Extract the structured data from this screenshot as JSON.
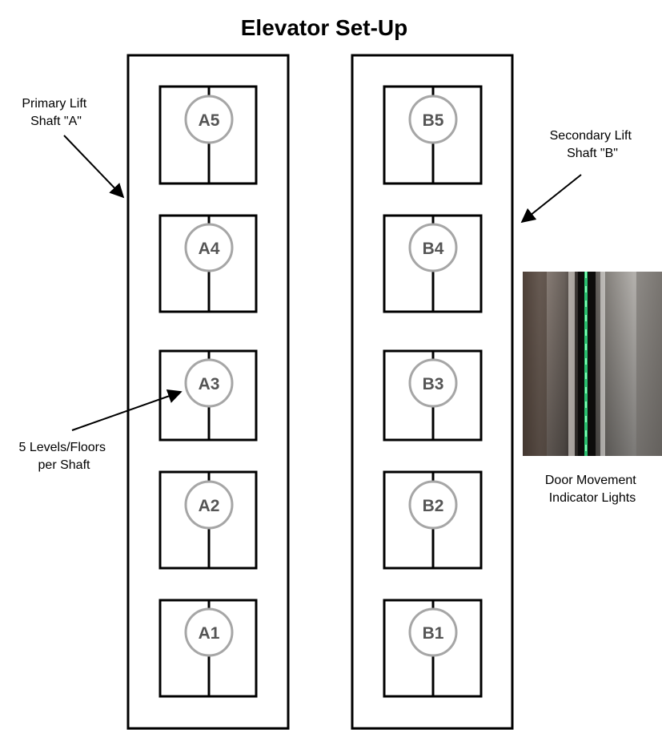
{
  "title": "Elevator Set-Up",
  "shafts": [
    {
      "floors": [
        "A5",
        "A4",
        "A3",
        "A2",
        "A1"
      ]
    },
    {
      "floors": [
        "B5",
        "B4",
        "B3",
        "B2",
        "B1"
      ]
    }
  ],
  "annotations": {
    "primary_shaft": [
      "Primary Lift",
      "Shaft \"A\""
    ],
    "secondary_shaft": [
      "Secondary Lift",
      "Shaft \"B\""
    ],
    "levels": [
      "5 Levels/Floors",
      "per Shaft"
    ],
    "lights": [
      "Door Movement",
      "Indicator Lights"
    ]
  },
  "colors": {
    "stroke": "#000000",
    "circle_stroke": "#a6a6a6",
    "floor_label": "#555555",
    "indicator_light": "#2fd27a"
  },
  "photo": {
    "subject": "elevator door gap with green indicator lights"
  }
}
